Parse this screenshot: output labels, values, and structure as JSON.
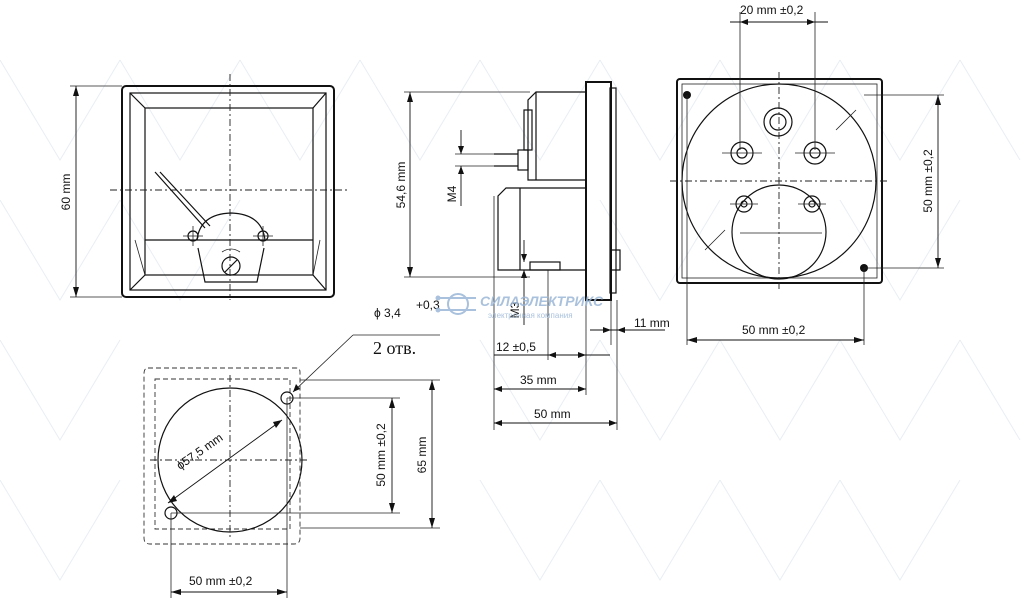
{
  "watermark": {
    "brand": "СИЛАЭЛЕКТРИКС",
    "tagline": "электронная компания"
  },
  "front_view": {
    "height_label": "60 mm"
  },
  "side_view": {
    "height_label": "54,6 mm",
    "thread_top_label": "M4",
    "thread_bottom_label": "M3",
    "flange_label": "11 mm",
    "shaft_label": "12 ±0,5",
    "body_label": "35 mm",
    "overall_label": "50 mm"
  },
  "rear_view": {
    "top_label": "20 mm ±0,2",
    "right_label": "50 mm ±0,2",
    "bottom_label": "50 mm ±0,2"
  },
  "cutout_view": {
    "hole_label": "ϕ 3,4",
    "hole_tolerance": "+0,3",
    "holes_count_label": "2 отв.",
    "diameter_label": "ϕ57,5 mm",
    "inner_height_label": "50 mm ±0,2",
    "outer_height_label": "65 mm",
    "bottom_label": "50 mm ±0,2"
  }
}
